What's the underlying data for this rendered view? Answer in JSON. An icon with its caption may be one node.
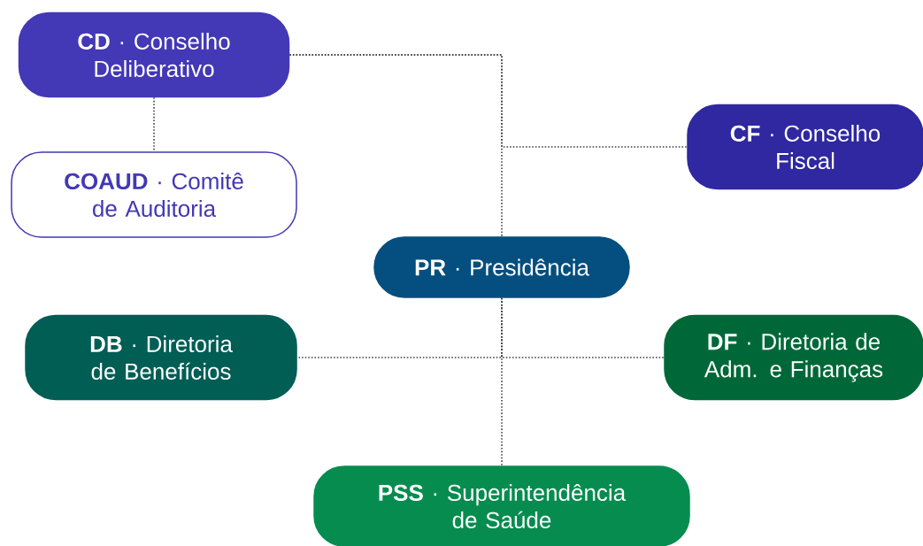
{
  "diagram": {
    "nodes": [
      {
        "text": [
          "**CD** · Conselho Deliberativo"
        ]
      },
      {
        "text": [
          "**COAUD** · Comitê de Auditoria"
        ]
      },
      {
        "text": [
          "**CF** · Conselho Fiscal"
        ]
      },
      {
        "text": [
          "**PR** · Presidência"
        ]
      },
      {
        "text": [
          "**DB** · Diretoria de Benefícios"
        ]
      },
      {
        "text": [
          "**DF** · Diretoria de Adm. e Finanças"
        ]
      },
      {
        "text": [
          "**PSS** · Superintendência de Saúde"
        ]
      }
    ],
    "edges": [
      {
        "from": 0,
        "to": 3,
        "arrow": "none"
      },
      {
        "from": 0,
        "to": 1,
        "arrow": "none"
      },
      {
        "from": 0,
        "to": 2,
        "arrow": "none"
      },
      {
        "from": 3,
        "to": 4,
        "arrow": "none"
      },
      {
        "from": 3,
        "to": 5,
        "arrow": "none"
      },
      {
        "from": 3,
        "to": 6,
        "arrow": "none"
      }
    ]
  }
}
